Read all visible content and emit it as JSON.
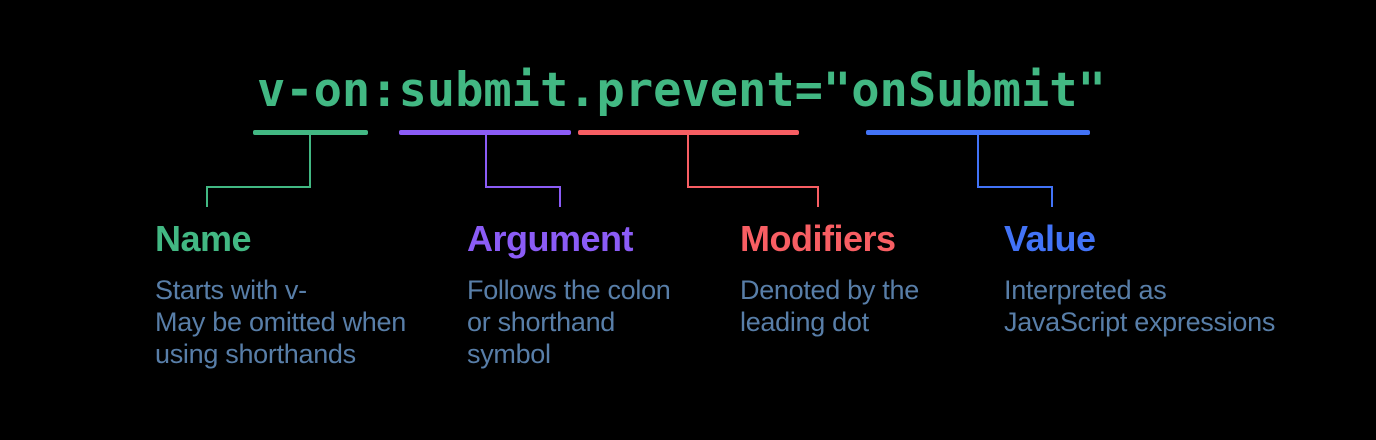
{
  "code": {
    "text": "v-on:submit.prevent=\"onSubmit\""
  },
  "colors": {
    "background": "#000000",
    "code_text": "#42b883",
    "description_text": "#587ea8"
  },
  "sections": [
    {
      "label": "Name",
      "annotates": "v-on",
      "color": "#42b883",
      "description": "Starts with v-\nMay be omitted when\nusing shorthands"
    },
    {
      "label": "Argument",
      "annotates": "submit",
      "color": "#8b5cf6",
      "description": "Follows the colon\nor shorthand\nsymbol"
    },
    {
      "label": "Modifiers",
      "annotates": ".prevent",
      "color": "#f85e63",
      "description": "Denoted by the\nleading dot"
    },
    {
      "label": "Value",
      "annotates": "onSubmit",
      "color": "#4273f7",
      "description": "Interpreted as\nJavaScript expressions"
    }
  ]
}
